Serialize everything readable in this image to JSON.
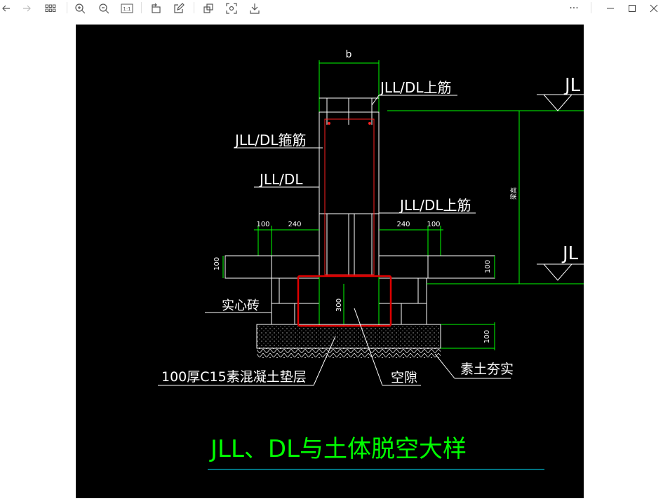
{
  "toolbar": {
    "icons": [
      "back-arrow-icon",
      "forward-arrow-icon",
      "grid-view-icon",
      "zoom-in-icon",
      "zoom-out-icon",
      "actual-size-icon",
      "rotate-icon",
      "edit-icon",
      "copy-to-clipboard-icon",
      "fit-screen-icon",
      "save-icon",
      "more-icon",
      "minimize-icon",
      "maximize-icon"
    ],
    "zoom_badge": "1:1",
    "more_label": "···"
  },
  "drawing": {
    "dim_b": "b",
    "top_bar_label": "JLL/DL上筋",
    "stirrup_label": "JLL/DL箍筋",
    "beam_label": "JLL/DL",
    "top_bar_label_2": "JLL/DL上筋",
    "dim_100_left": "100",
    "dim_240_left": "240",
    "dim_240_right": "240",
    "dim_100_right": "100",
    "dim_100_vert_left": "100",
    "dim_100_vert_right": "100",
    "dim_100_vert_lower": "100",
    "dim_300": "300",
    "solid_brick_label": "实心砖",
    "cushion_label": "100厚C15素混凝土垫层",
    "gap_label": "空隙",
    "soil_label": "素土夯实",
    "height_label": "梁高",
    "level_label_top": "JL",
    "level_label_mid": "JL",
    "title": "JLL、DL与土体脱空大样",
    "colors": {
      "green": "#00ff00",
      "white": "#ffffff",
      "red": "#ff2020",
      "cyan": "#00e5ff",
      "highlight": "#e00000"
    }
  }
}
